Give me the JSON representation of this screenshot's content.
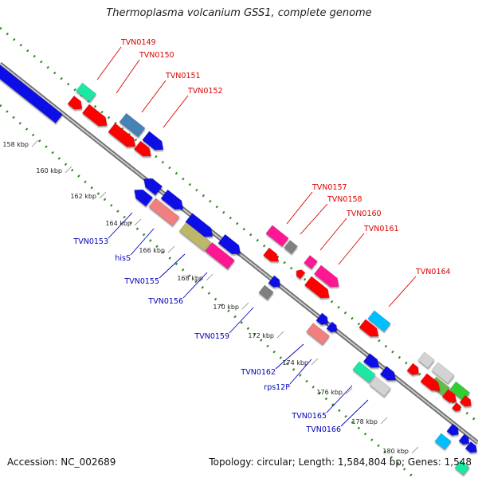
{
  "title": "Thermoplasma volcanium GSS1, complete genome",
  "accession": "Accession: NC_002689",
  "topology": "Topology: circular; Length: 1,584,804 bp; Genes: 1,548",
  "colors": {
    "backbone": "#8c8c8c",
    "gc_dots": "#2e8b1e",
    "label_top": "#dd0000",
    "label_bottom": "#0000bb",
    "ruler_text": "#222222"
  },
  "ruler_ticks": [
    "158 kbp",
    "160 kbp",
    "162 kbp",
    "164 kbp",
    "166 kbp",
    "168 kbp",
    "170 kbp",
    "172 kbp",
    "174 kbp",
    "176 kbp",
    "178 kbp",
    "180 kbp"
  ],
  "top_labels": [
    "TVN0149",
    "TVN0150",
    "TVN0151",
    "TVN0152",
    "TVN0157",
    "TVN0158",
    "TVN0160",
    "TVN0161",
    "TVN0164"
  ],
  "bottom_labels": [
    "TVN0153",
    "hisS",
    "TVN0155",
    "TVN0156",
    "TVN0159",
    "TVN0162",
    "rps12P",
    "TVN0165",
    "TVN0166"
  ]
}
